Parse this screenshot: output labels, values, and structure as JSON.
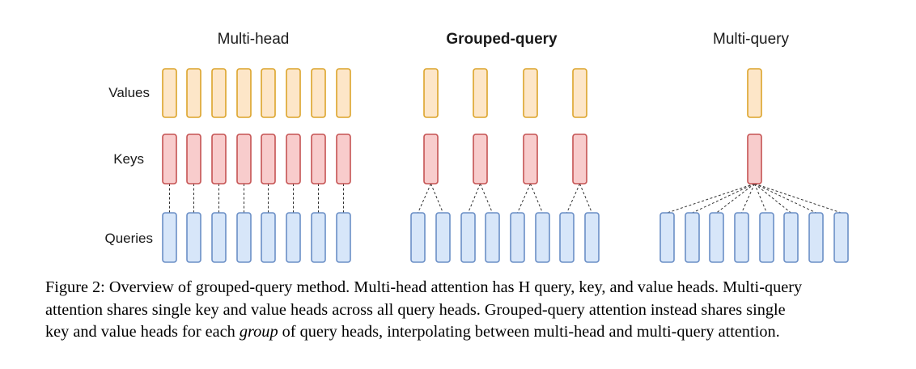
{
  "diagram": {
    "panels": [
      {
        "title": "Multi-head",
        "title_bold": false,
        "query_heads": 8,
        "key_value_heads": 8
      },
      {
        "title": "Grouped-query",
        "title_bold": true,
        "query_heads": 8,
        "key_value_heads": 4
      },
      {
        "title": "Multi-query",
        "title_bold": false,
        "query_heads": 8,
        "key_value_heads": 1
      }
    ],
    "row_labels": {
      "values": "Values",
      "keys": "Keys",
      "queries": "Queries"
    },
    "colors": {
      "value_fill": "#fde6c8",
      "value_stroke": "#dca42a",
      "key_fill": "#f8cccc",
      "key_stroke": "#c55353",
      "query_fill": "#d7e6f9",
      "query_stroke": "#6b8fc6",
      "connector": "#333333"
    }
  },
  "caption": {
    "line1": "Figure 2: Overview of grouped-query method. Multi-head attention has H query, key, and value heads. Multi-query",
    "line2": "attention shares single key and value heads across all query heads. Grouped-query attention instead shares single",
    "line3_before": "key and value heads for each ",
    "line3_italic": "group",
    "line3_after": " of query heads, interpolating between multi-head and multi-query attention."
  }
}
